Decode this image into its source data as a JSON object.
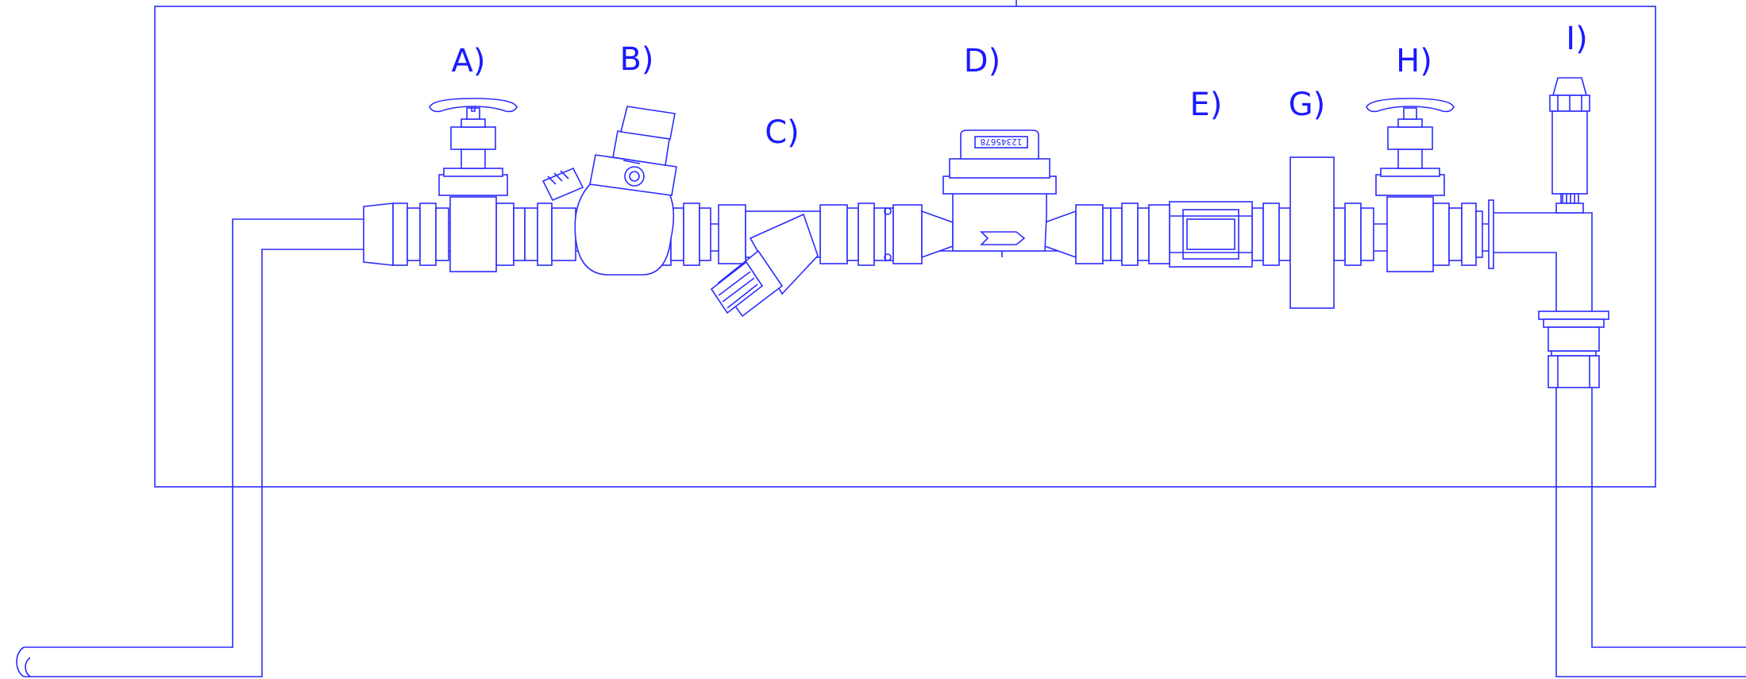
{
  "diagram": {
    "line_color": "#2b2bff",
    "label_color": "#1a1aff",
    "background": "#ffffff",
    "labels": {
      "a": "A)",
      "b": "B)",
      "c": "C)",
      "d": "D)",
      "e": "E)",
      "g": "G)",
      "h": "H)",
      "i": "I)"
    },
    "meter_reading": "12345678"
  }
}
